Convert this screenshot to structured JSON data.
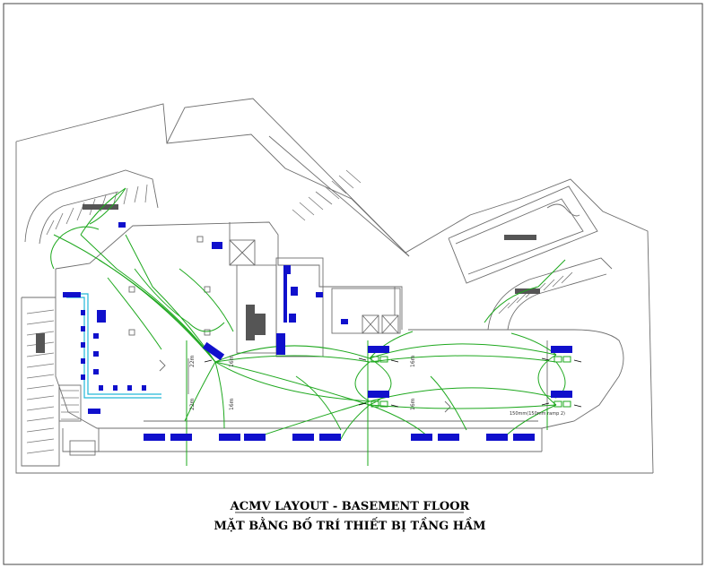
{
  "title_en": "ACMV LAYOUT - BASEMENT FLOOR",
  "title_vi": "MẶT BẰNG BỐ TRÍ THIẾT BỊ TẦNG HẦM",
  "annotation": "150mm(150mm ramp 2)",
  "duct_sizes": [
    "22m",
    "16m",
    "16m",
    "22m",
    "16m",
    "16m"
  ],
  "colors": {
    "wall": "#6e6e6e",
    "duct": "#1ea81e",
    "equipment": "#1010cc",
    "pipe": "#20b8d8"
  }
}
